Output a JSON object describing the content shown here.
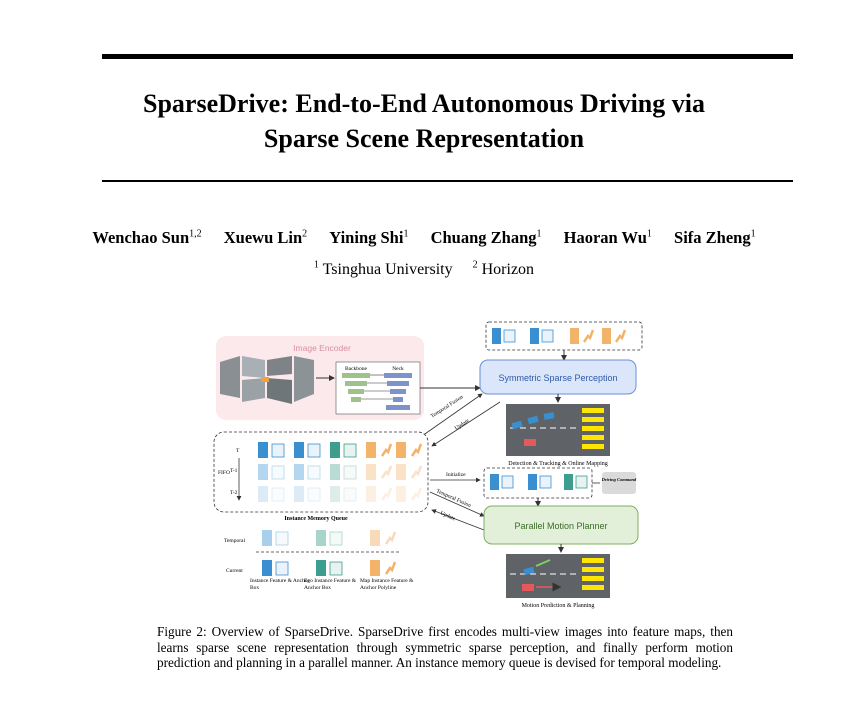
{
  "paper": {
    "title_line1": "SparseDrive: End-to-End Autonomous Driving via",
    "title_line2": "Sparse Scene Representation",
    "authors": [
      {
        "name": "Wenchao Sun",
        "sup": "1,2"
      },
      {
        "name": "Xuewu Lin",
        "sup": "2"
      },
      {
        "name": "Yining Shi",
        "sup": "1"
      },
      {
        "name": "Chuang Zhang",
        "sup": "1"
      },
      {
        "name": "Haoran Wu",
        "sup": "1"
      },
      {
        "name": "Sifa Zheng",
        "sup": "1"
      }
    ],
    "affiliations": [
      {
        "sup": "1",
        "name": "Tsinghua University"
      },
      {
        "sup": "2",
        "name": "Horizon"
      }
    ]
  },
  "figure": {
    "image_encoder": "Image Encoder",
    "backbone": "Backbone",
    "neck": "Neck",
    "symmetric_sparse_perception": "Symmetric Sparse Perception",
    "temporal_fusion": "Temporal Fusion",
    "update": "Update",
    "detection_caption": "Detection & Tracking & Online Mapping",
    "memory_rows": [
      "T",
      "T-1",
      "T-2"
    ],
    "fifo": "FIFO",
    "memory_queue_label": "Instance Memory Queue",
    "initialize": "Initialize",
    "driving_command": "Driving Command",
    "parallel_motion_planner": "Parallel Motion Planner",
    "motion_caption": "Motion Prediction & Planning",
    "legend_temporal": "Temporal",
    "legend_current": "Current",
    "legend_instance": "Instance Feature & Anchor Box",
    "legend_ego": "Ego Instance Feature & Anchor Box",
    "legend_map": "Map Instance Feature & Anchor Polyline",
    "colors": {
      "instance_blue": "#3a8fd1",
      "ego_teal": "#3d9d8e",
      "map_orange": "#f3b46a",
      "perception_bg": "#dbe6fb",
      "planner_bg": "#e2f0d9",
      "encoder_bg": "#fbe9ec",
      "lane_yellow": "#ffe600"
    }
  },
  "caption": "Figure 2: Overview of SparseDrive. SparseDrive first encodes multi-view images into feature maps, then learns sparse scene representation through symmetric sparse perception, and finally perform motion prediction and planning in a parallel manner. An instance memory queue is devised for temporal modeling."
}
